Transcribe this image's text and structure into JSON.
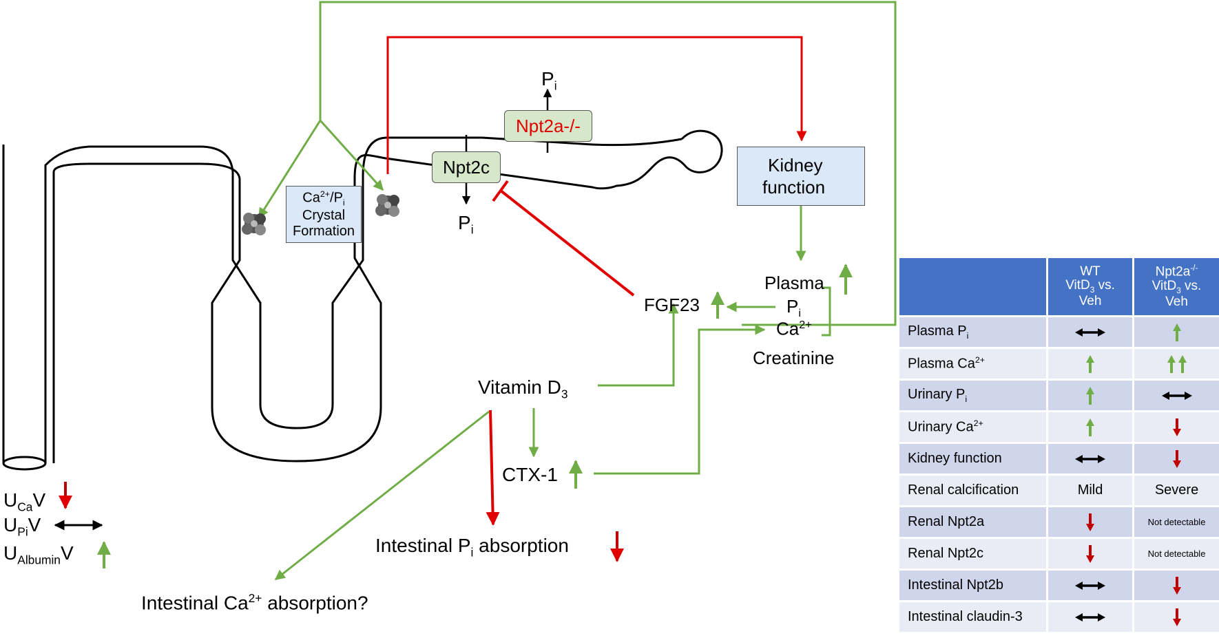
{
  "colors": {
    "green": "#70ad47",
    "red": "#e00000",
    "dark_red": "#c00000",
    "table_header": "#4472c4",
    "box_blue": "#dae8f7",
    "box_green": "#d6e8c9"
  },
  "labels": {
    "pi_top_P": "P",
    "pi_top_i": "i",
    "npt2a_box": "Npt2a-/-",
    "npt2c_box": "Npt2c",
    "pi_mid_P": "P",
    "pi_mid_i": "i",
    "crystal_line1_a": "Ca",
    "crystal_line1_b": "2+",
    "crystal_line1_c": "/P",
    "crystal_line1_d": "i",
    "crystal_line2": "Crystal",
    "crystal_line3": "Formation",
    "kidney_line1": "Kidney",
    "kidney_line2": "function",
    "plasma": "Plasma",
    "plasma_pi_P": "P",
    "plasma_pi_i": "i",
    "plasma_ca_a": "Ca",
    "plasma_ca_b": "2+",
    "creatinine": "Creatinine",
    "fgf23": "FGF23",
    "vitd_a": "Vitamin D",
    "vitd_b": "3",
    "ctx": "CTX-1",
    "int_pi_a": "Intestinal P",
    "int_pi_b": "i",
    "int_pi_c": " absorption",
    "int_ca_a": "Intestinal Ca",
    "int_ca_b": "2+",
    "int_ca_c": " absorption?",
    "uca_U": "U",
    "uca_sub": "Ca",
    "uca_V": "V",
    "upi_U": "U",
    "upi_sub": "Pi",
    "upi_V": "V",
    "ualb_U": "U",
    "ualb_sub": "Albumin",
    "ualb_V": "V"
  },
  "table": {
    "header": {
      "col1_l1": "WT",
      "col1_l2a": "VitD",
      "col1_l2b": "3",
      "col1_l2c": " vs.",
      "col1_l3": "Veh",
      "col2_l1a": "Npt2a",
      "col2_l1b": "-/-",
      "col2_l2a": "VitD",
      "col2_l2b": "3",
      "col2_l2c": " vs.",
      "col2_l3": "Veh"
    },
    "rows": [
      {
        "name": "Plasma P",
        "name_sub": "i",
        "name_sup": "",
        "wt": "both",
        "ko": "up"
      },
      {
        "name": "Plasma Ca",
        "name_sub": "",
        "name_sup": "2+",
        "wt": "up",
        "ko": "up2"
      },
      {
        "name": "Urinary P",
        "name_sub": "i",
        "name_sup": "",
        "wt": "up",
        "ko": "both"
      },
      {
        "name": "Urinary Ca",
        "name_sub": "",
        "name_sup": "2+",
        "wt": "up",
        "ko": "down"
      },
      {
        "name": "Kidney function",
        "name_sub": "",
        "name_sup": "",
        "wt": "both",
        "ko": "down"
      },
      {
        "name": "Renal calcification",
        "name_sub": "",
        "name_sup": "",
        "wt": "Mild",
        "ko": "Severe"
      },
      {
        "name": "Renal Npt2a",
        "name_sub": "",
        "name_sup": "",
        "wt": "down",
        "ko": "Not detectable"
      },
      {
        "name": "Renal Npt2c",
        "name_sub": "",
        "name_sup": "",
        "wt": "down",
        "ko": "Not detectable"
      },
      {
        "name": "Intestinal Npt2b",
        "name_sub": "",
        "name_sup": "",
        "wt": "both",
        "ko": "down"
      },
      {
        "name": "Intestinal claudin-3",
        "name_sub": "",
        "name_sup": "",
        "wt": "both",
        "ko": "down"
      }
    ]
  }
}
